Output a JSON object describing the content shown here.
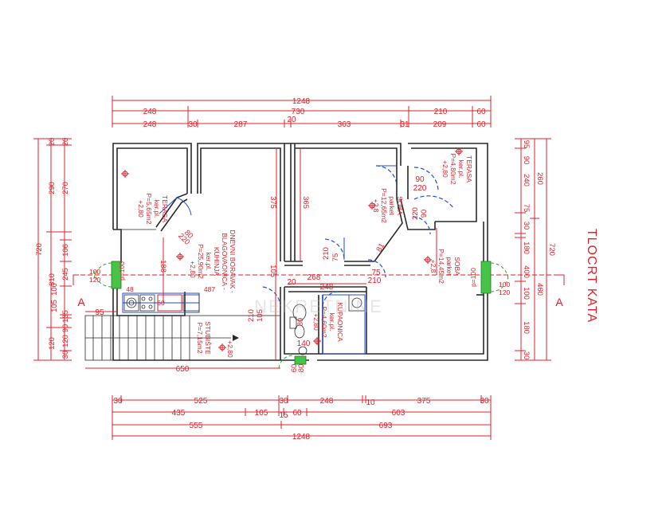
{
  "drawing": {
    "title": "TLOCRT KATA",
    "section_mark": "A",
    "watermark": "NEKRETNINE"
  },
  "dims": {
    "top": {
      "row1": [
        "1248"
      ],
      "row2": [
        "248",
        "730",
        "210",
        "60"
      ],
      "row3": [
        "248",
        "30",
        "287",
        "20",
        "363",
        "31",
        "209",
        "60"
      ]
    },
    "bottom": {
      "row1": [
        "30",
        "525",
        "30",
        "248",
        "10",
        "375",
        "30"
      ],
      "row2": [
        "435",
        "105",
        "15",
        "60",
        "603"
      ],
      "row3": [
        "555",
        "693"
      ],
      "row4": [
        "1248"
      ]
    },
    "left": {
      "outer": [
        "720"
      ],
      "mid": [
        "20",
        "290",
        "310",
        "120"
      ],
      "inner": [
        "20",
        "270",
        "106",
        "245",
        "100",
        "105",
        "135",
        "90",
        "120",
        "30"
      ]
    },
    "right": {
      "outer": [
        "720"
      ],
      "mid": [
        "260",
        "460"
      ],
      "inner": [
        "95",
        "240",
        "90",
        "75",
        "30",
        "180",
        "400",
        "100",
        "180",
        "30"
      ]
    },
    "interior": {
      "d375": "375",
      "d365": "365",
      "d105v": "105",
      "d188": "188",
      "d268": "268",
      "d248": "248",
      "d20": "20",
      "d95": "95",
      "d650": "650",
      "d487": "487",
      "d105": "105",
      "d210": "210",
      "d75": "75",
      "d210b": "210",
      "d75b": "75",
      "d210c": "210",
      "d90": "90",
      "d220": "220",
      "d90b": "90",
      "d220b": "220",
      "d80a": "80",
      "d220c": "220",
      "d81": "81",
      "d140": "140",
      "d80": "80",
      "d60": "60",
      "d48": "48",
      "d60b": "60",
      "d80b": "80"
    }
  },
  "openings": {
    "left_window": [
      "100",
      "120",
      "p=100"
    ],
    "right_window": [
      "100",
      "120",
      "p=100"
    ],
    "soba_right_p": "p=100"
  },
  "rooms": {
    "terasa_left": [
      "TERASA",
      "ker.pl.",
      "P=5,65m2",
      "+2,80"
    ],
    "dnevni": [
      "DNEVNI BORAVAK -",
      "BLAGOVAONICA -",
      "KUHINJA",
      "ker.pl.",
      "P=25,90m2",
      "+2,80"
    ],
    "terasa_right": [
      "TERASA",
      "ker.pl.",
      "P=4,80m2",
      "+2,80"
    ],
    "soba_mid": [
      "SOBA",
      "parket",
      "P=12,65m2",
      "+2,8"
    ],
    "soba_right": [
      "SOBA",
      "parket",
      "P=14,45m2",
      "+2,8"
    ],
    "kupaonica": [
      "KUPAONICA",
      "ker.pl.",
      "P=4,60m2",
      "+2,80"
    ],
    "stubiste": [
      "STUBIŠTE",
      "P=7,15m2",
      "+2,80"
    ]
  }
}
